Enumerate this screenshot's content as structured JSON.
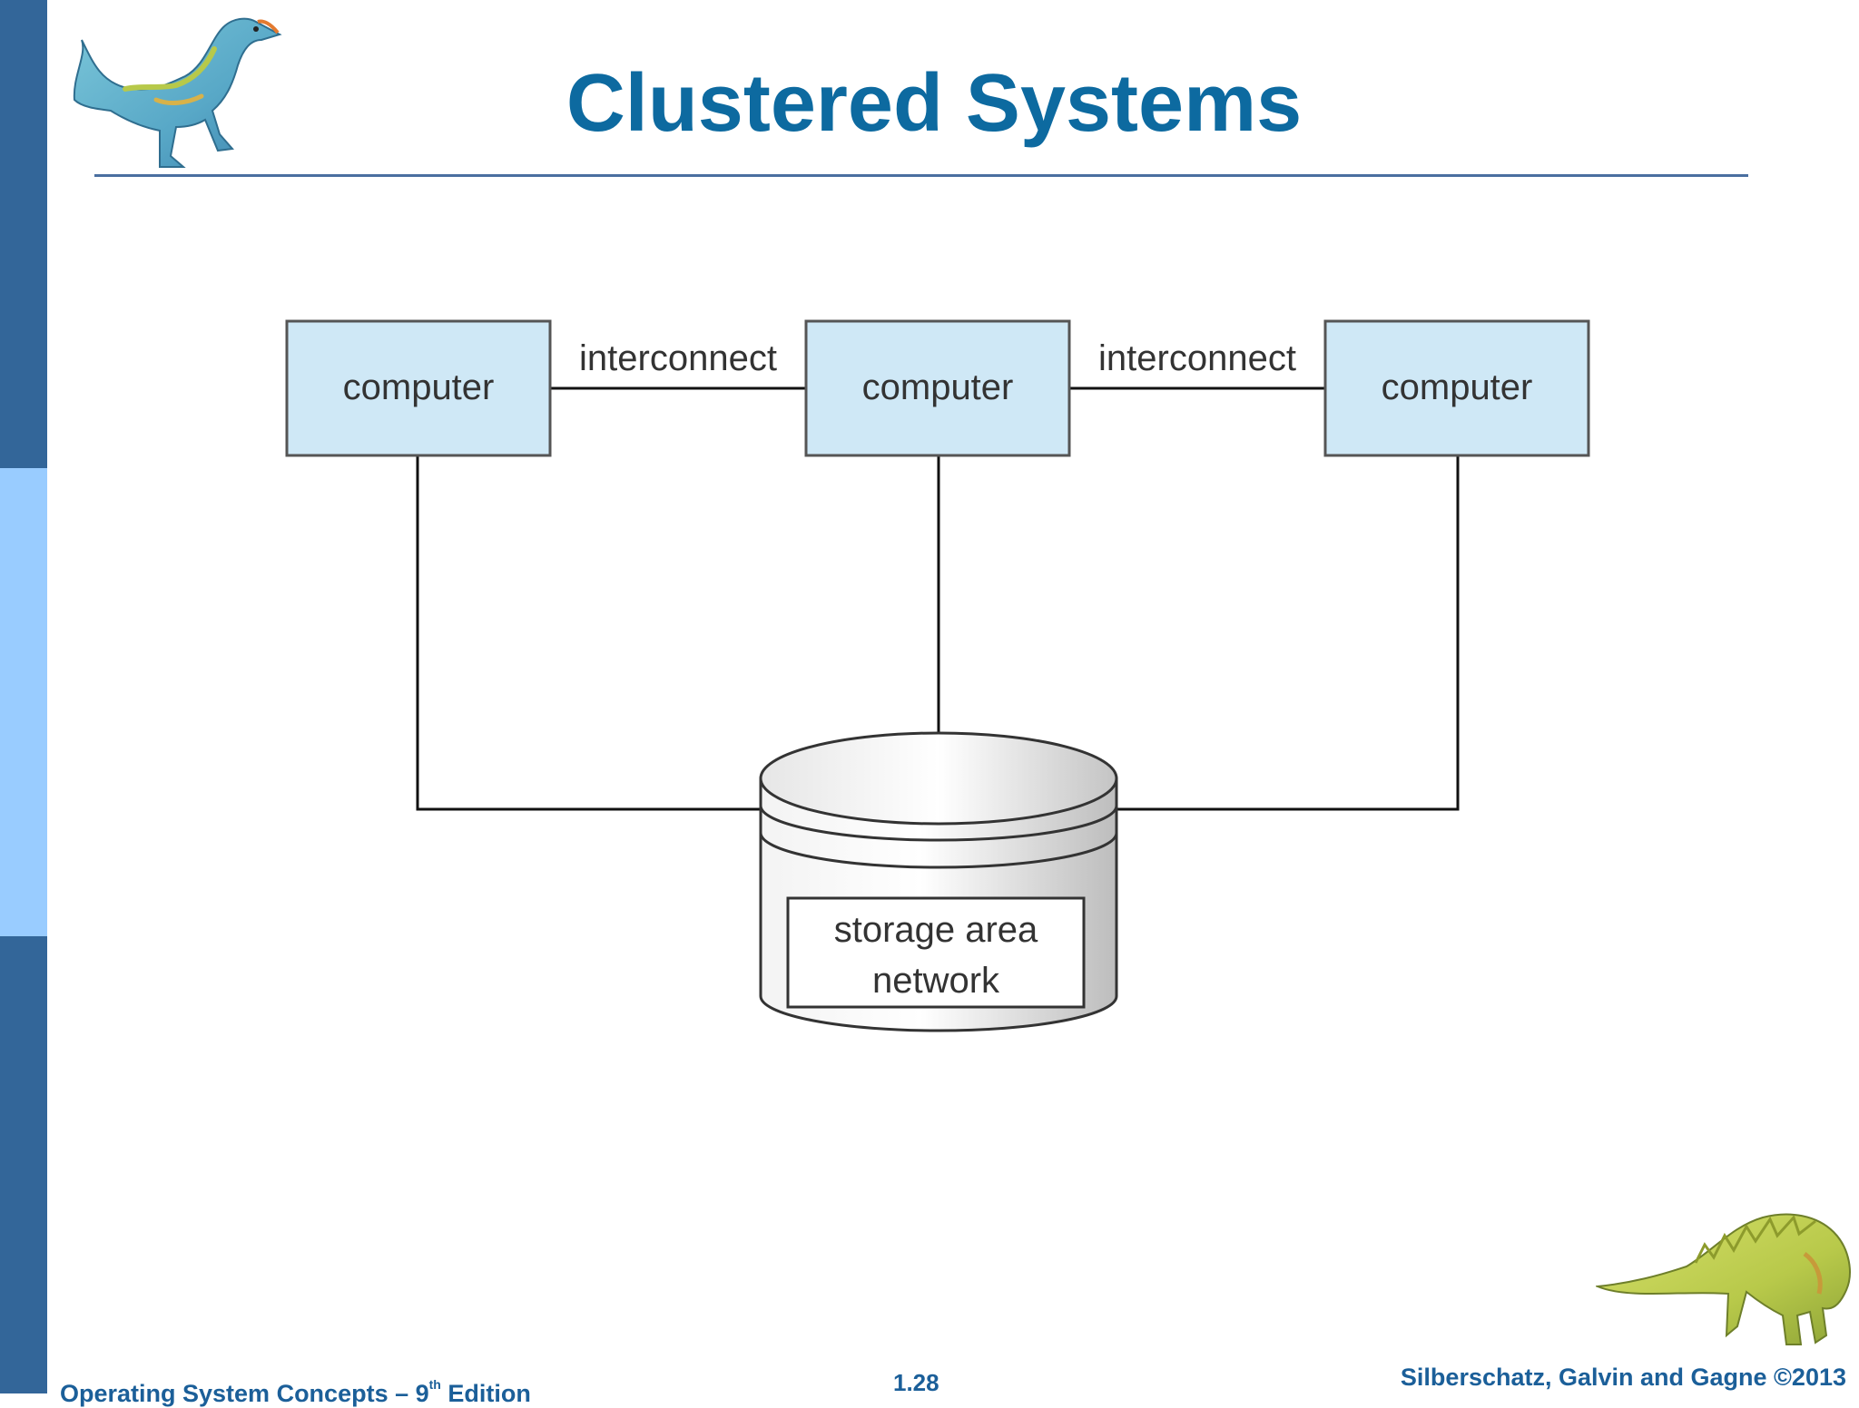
{
  "slide": {
    "title": "Clustered Systems",
    "page_number": "1.28",
    "footer_left": {
      "text": "Operating System Concepts – 9",
      "superscript": "th",
      "suffix": " Edition"
    },
    "footer_right": "Silberschatz, Galvin and Gagne ©2013"
  },
  "diagram": {
    "computers": [
      "computer",
      "computer",
      "computer"
    ],
    "interconnects": [
      "interconnect",
      "interconnect"
    ],
    "storage": {
      "line1": "storage area",
      "line2": "network"
    }
  },
  "colors": {
    "sidebar_dark": "#336699",
    "sidebar_light": "#99ccff",
    "title": "#0d6aa0",
    "computer_fill": "#cfe8f6",
    "footer_text": "#1b5f99"
  },
  "icons": [
    "dinosaur-logo-top",
    "dinosaur-logo-bottom"
  ]
}
